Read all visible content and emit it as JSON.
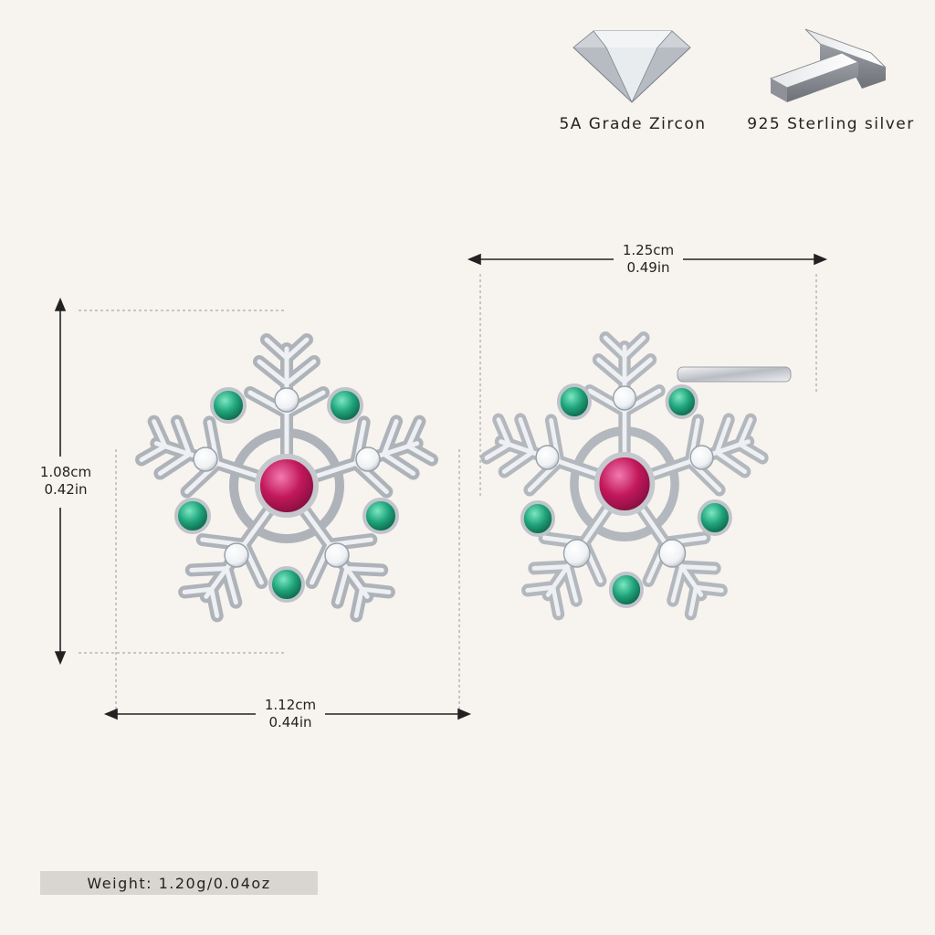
{
  "features": {
    "zircon_label": "5A Grade Zircon",
    "silver_label": "925 Sterling silver"
  },
  "dimensions": {
    "height_front": {
      "cm": "1.08cm",
      "in": "0.42in"
    },
    "width_front": {
      "cm": "1.12cm",
      "in": "0.44in"
    },
    "width_side": {
      "cm": "1.25cm",
      "in": "0.49in"
    }
  },
  "weight": "Weight: 1.20g/0.04oz",
  "colors": {
    "background": "#f7f3ee",
    "center_stone": "#c2185b",
    "accent_stones": "#1fa37a",
    "clear_stones": "#ffffff",
    "metal": "#c9ccd1"
  },
  "icons": [
    "diamond-icon",
    "silver-bars-icon",
    "snowflake-earring-front",
    "snowflake-earring-side"
  ]
}
